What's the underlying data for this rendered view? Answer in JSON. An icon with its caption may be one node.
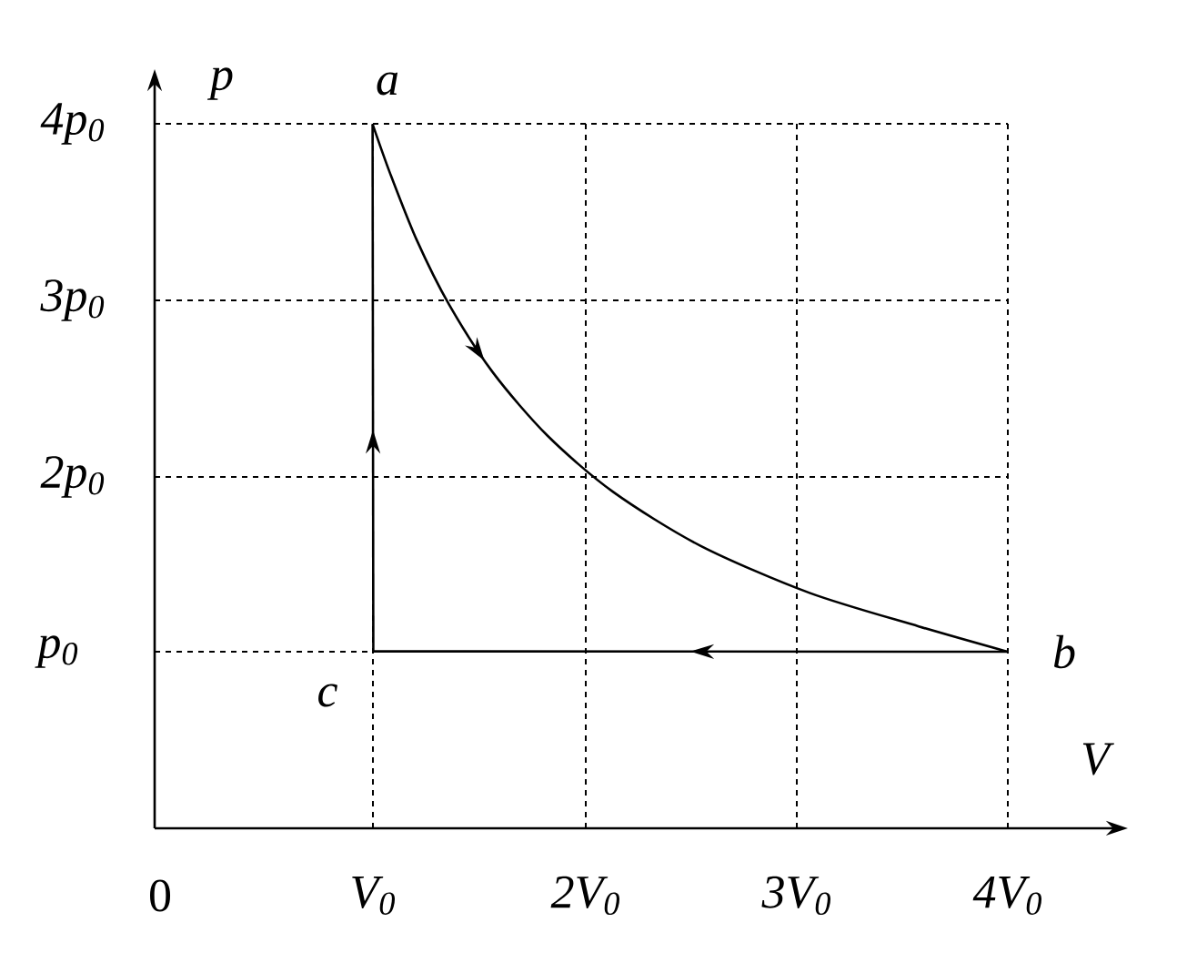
{
  "diagram": {
    "nodes": [
      {
        "text": [
          "a"
        ]
      },
      {
        "text": [
          "b"
        ]
      },
      {
        "text": [
          "c"
        ]
      }
    ],
    "edges": [
      {
        "from": 0,
        "to": 1,
        "arrow": "to"
      },
      {
        "from": 1,
        "to": 2,
        "arrow": "to"
      },
      {
        "from": 2,
        "to": 0,
        "arrow": "to"
      }
    ],
    "labels": [
      "p",
      "4p$_{0}$",
      "3p$_{0}$",
      "2p$_{0}$",
      "p$_{0}$",
      "V",
      "0",
      "V$_{0}$",
      "2V$_{0}$",
      "3V$_{0}$",
      "4V$_{0}$"
    ]
  }
}
